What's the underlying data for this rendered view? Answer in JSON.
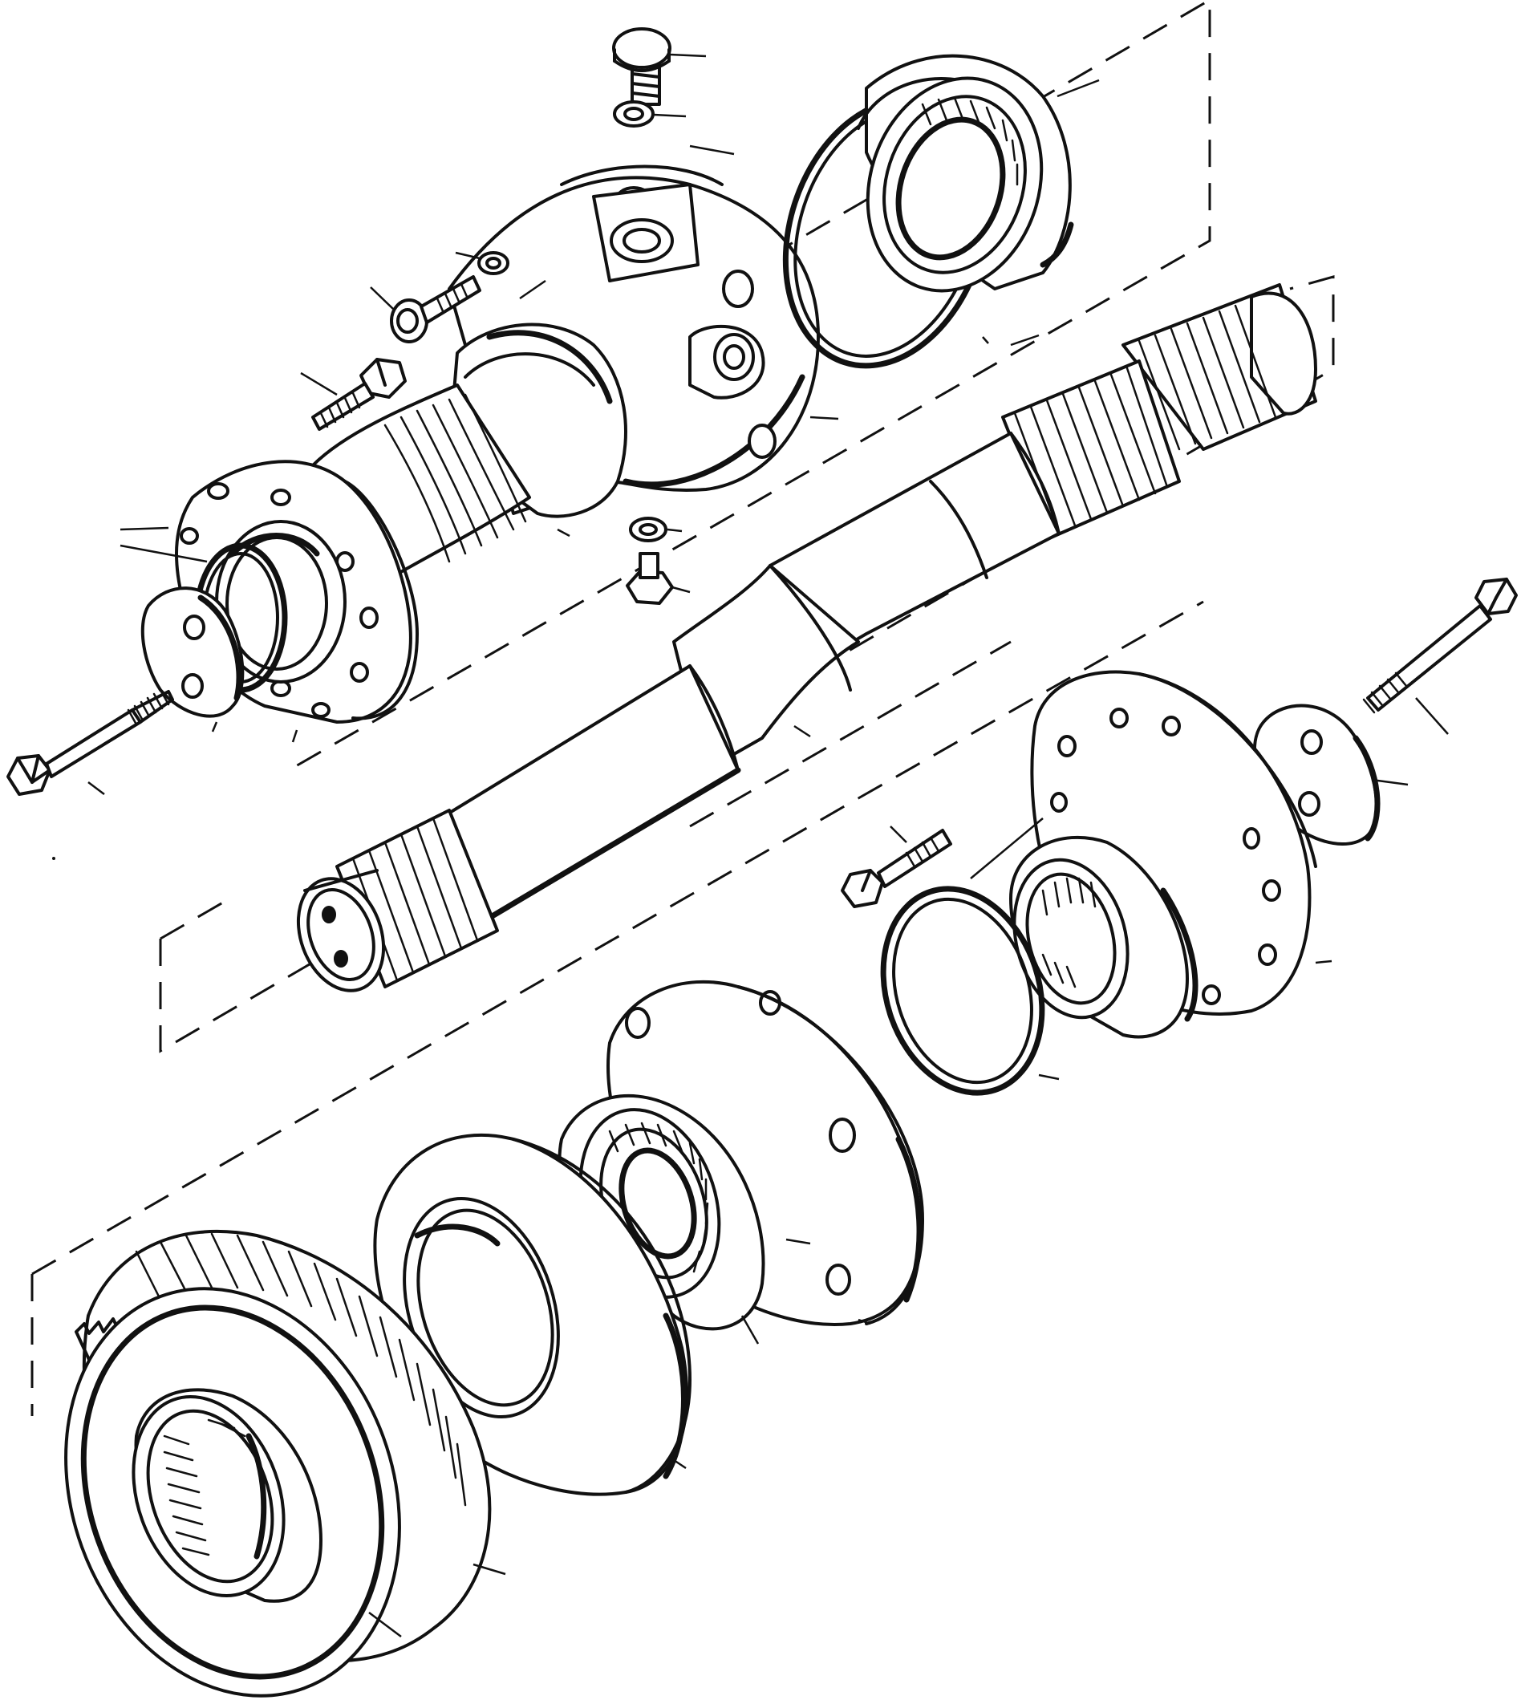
{
  "colors": {
    "ink": "#111111",
    "paper": "#ffffff"
  },
  "parts": [
    {
      "id": "plug",
      "icon": "hex-plug-icon"
    },
    {
      "id": "plug-washer",
      "icon": "washer-icon"
    },
    {
      "id": "housing",
      "icon": "bearing-housing-icon"
    },
    {
      "id": "housing-bolts",
      "icon": "bolt-icon"
    },
    {
      "id": "retainer-ring",
      "icon": "o-ring-icon"
    },
    {
      "id": "upper-bearing",
      "icon": "roller-bearing-icon"
    },
    {
      "id": "main-shaft",
      "icon": "splined-shaft-icon"
    },
    {
      "id": "end-plates",
      "icon": "retaining-plate-icon"
    },
    {
      "id": "lower-flange",
      "icon": "flange-icon"
    },
    {
      "id": "bearing-cage",
      "icon": "bearing-cage-icon"
    },
    {
      "id": "cup",
      "icon": "bearing-cup-icon"
    },
    {
      "id": "gear",
      "icon": "spur-gear-icon"
    }
  ]
}
